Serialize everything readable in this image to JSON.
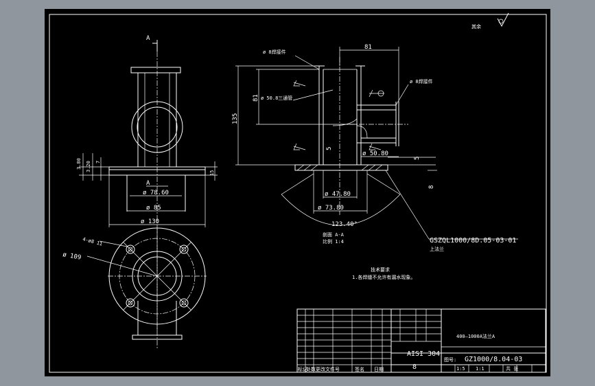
{
  "colors": {
    "background": "#8f969e",
    "sheet": "#000000",
    "lines": "#ffffff"
  },
  "section_marks": {
    "top": "A",
    "bottom": "A"
  },
  "left_view": {
    "d_7860": "ø 78.60",
    "d_85": "ø 85",
    "d_130": "ø 130",
    "h_380": "3.80",
    "h_320": "3.20",
    "h_7": "7",
    "h_15": "15"
  },
  "plan_view": {
    "holes": "4-ø8 11",
    "d_109": "ø 109"
  },
  "section_view": {
    "w_81": "81",
    "h_81": "81",
    "h_135": "135",
    "h_5a": "5",
    "h_5b": "5",
    "h_8": "8",
    "d_5080": "ø 50.80",
    "d_4780": "ø 47.80",
    "d_7380": "ø 73.80",
    "angle": "123.40°",
    "tee_label": "ø 50.8三通管",
    "weld_a": "ø 8焊接件",
    "weld_b": "ø 8焊接件",
    "part_code": "GSZQL1000/8D.05-03-01",
    "part_name": "上法兰",
    "section_title": "剖面 A-A",
    "section_scale": "比例 1:4"
  },
  "notes": {
    "heading": "技术要求",
    "line1": "1.各焊缝不允许有漏水现象。"
  },
  "roughness": "其余",
  "title_block": {
    "material": "AISI 304",
    "qty": "8",
    "name": "400—1000A法兰A",
    "drawing_no_label": "图号:",
    "drawing_no": "GZ1000/8.04-03",
    "scale": "1:5",
    "scale_val": "1:1",
    "sheet_label": "共 张",
    "cells": [
      "标记",
      "处数",
      "更改文件号",
      "签名",
      "日期"
    ]
  }
}
